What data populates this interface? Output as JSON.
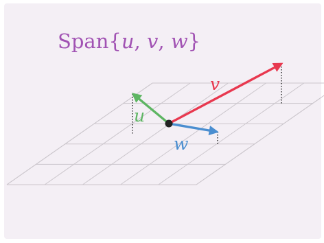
{
  "title": {
    "prefix": "Span",
    "open_brace": "{",
    "close_brace": "}",
    "u": "u",
    "comma1": ", ",
    "v": "v",
    "comma2": ", ",
    "w": "w"
  },
  "vectors": [
    {
      "id": "u",
      "label": "u",
      "color": "#5db562"
    },
    {
      "id": "v",
      "label": "v",
      "color": "#e8384f"
    },
    {
      "id": "w",
      "label": "w",
      "color": "#4a8ed0"
    }
  ],
  "colors": {
    "background": "#f4eff5",
    "grid": "#cbc6cc",
    "title": "#a152b3",
    "origin": "#222222",
    "dotted": "#222222"
  }
}
